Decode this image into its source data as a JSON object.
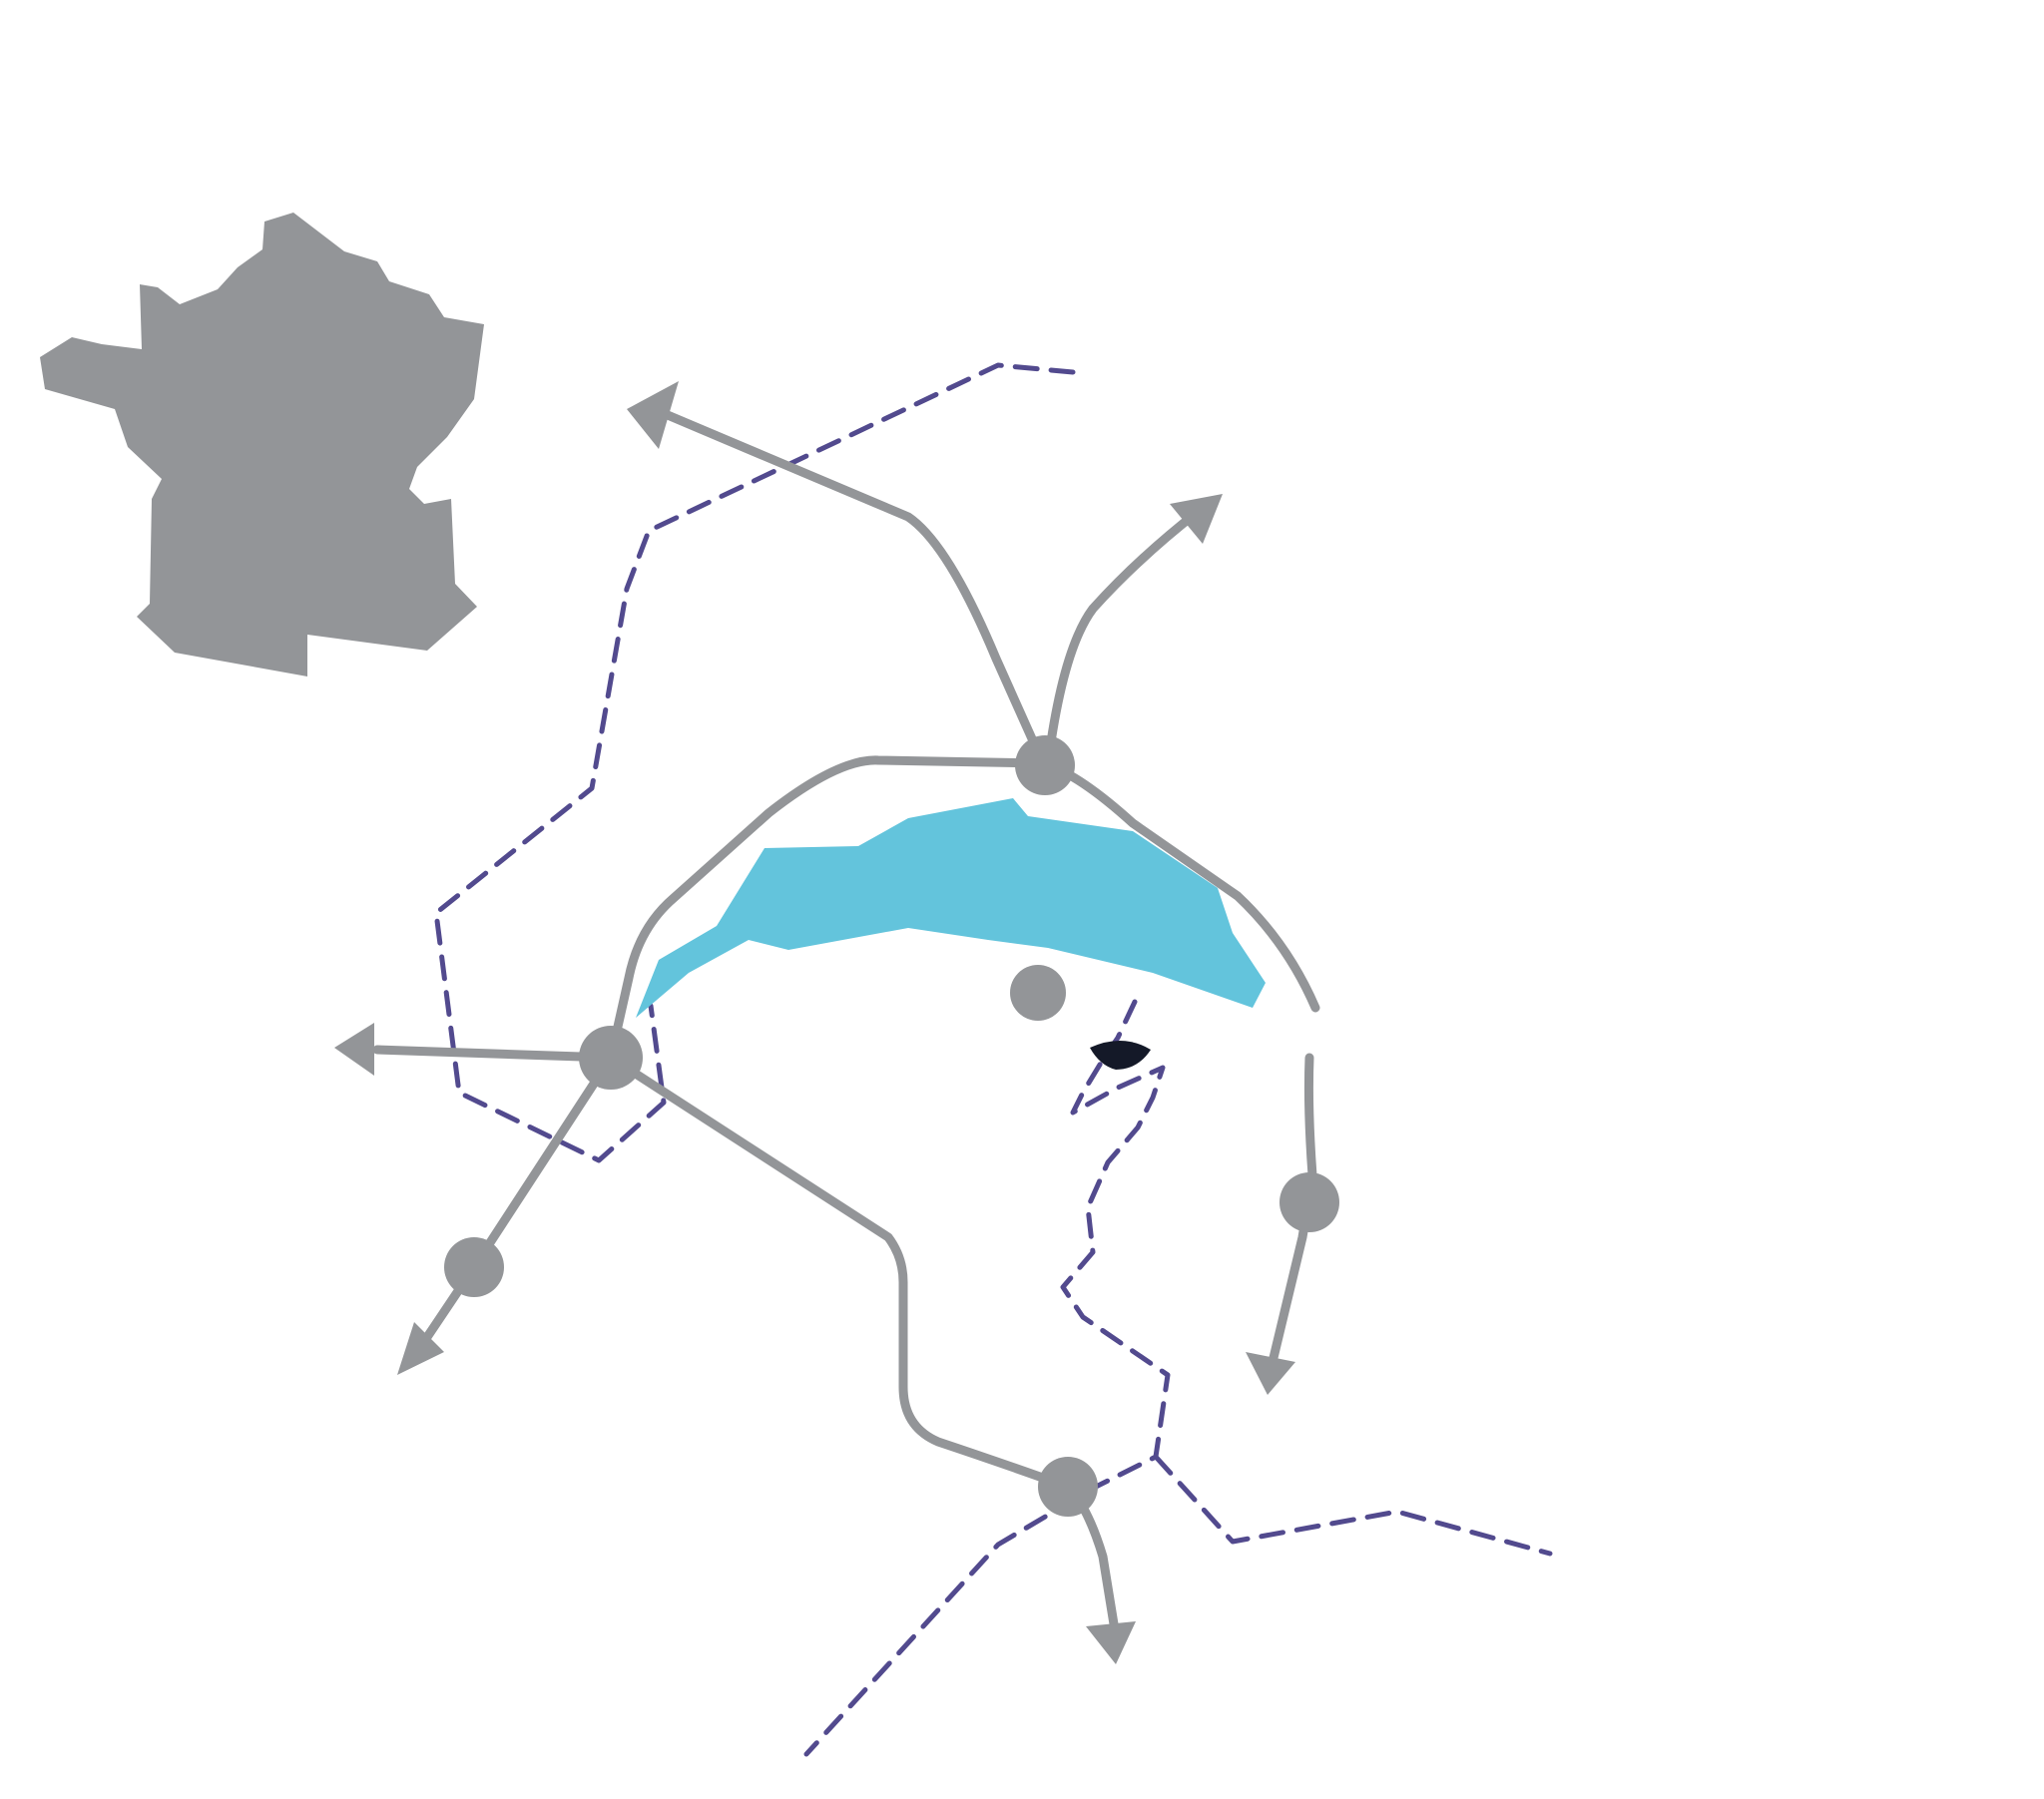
{
  "map": {
    "colors": {
      "background": "#ffffff",
      "country_fill": "#939598",
      "route_line": "#939598",
      "junction": "#939598",
      "lake": "#63c4dc",
      "border_dashed": "#524a8e",
      "small_marker": "#141928"
    },
    "legend_icons": [
      {
        "name": "france-silhouette-icon",
        "label": ""
      }
    ],
    "features": {
      "lake": "lake-geneva",
      "routes": [
        "route-northwest",
        "route-northeast",
        "route-west",
        "route-southwest",
        "route-south",
        "route-southeast",
        "route-east"
      ],
      "borders": [
        "border-national-upper",
        "border-national-lower",
        "border-national-east"
      ]
    }
  }
}
